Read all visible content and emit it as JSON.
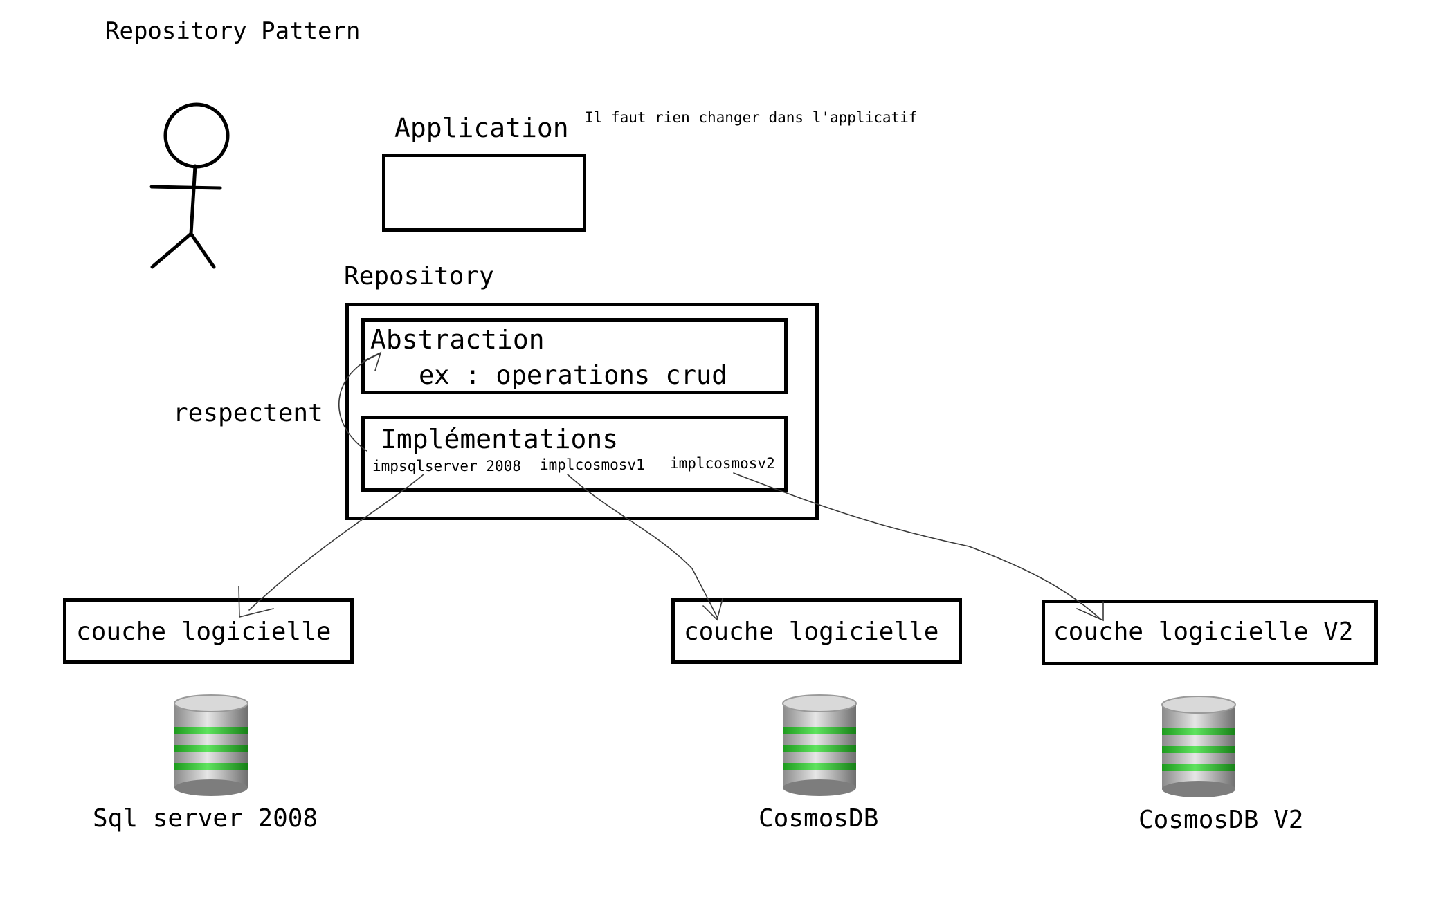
{
  "title": "Repository Pattern",
  "application": {
    "label": "Application",
    "note": "Il faut rien changer dans l'applicatif"
  },
  "repository": {
    "label": "Repository",
    "abstraction": {
      "title": "Abstraction",
      "example": "ex : operations crud"
    },
    "implementations": {
      "title": "Implémentations",
      "items": [
        "impsqlserver 2008",
        "implcosmosv1",
        "implcosmosv2"
      ]
    },
    "relation_label": "respectent"
  },
  "layers": [
    {
      "label": "couche logicielle",
      "database": "Sql server 2008"
    },
    {
      "label": "couche logicielle",
      "database": "CosmosDB"
    },
    {
      "label": "couche logicielle V2",
      "database": "CosmosDB V2"
    }
  ],
  "icons": {
    "actor": "stick-figure-icon",
    "database": "database-icon"
  },
  "colors": {
    "stroke": "#000000",
    "db_band": "#3cc93c",
    "db_metal": "#b8b8b8"
  }
}
